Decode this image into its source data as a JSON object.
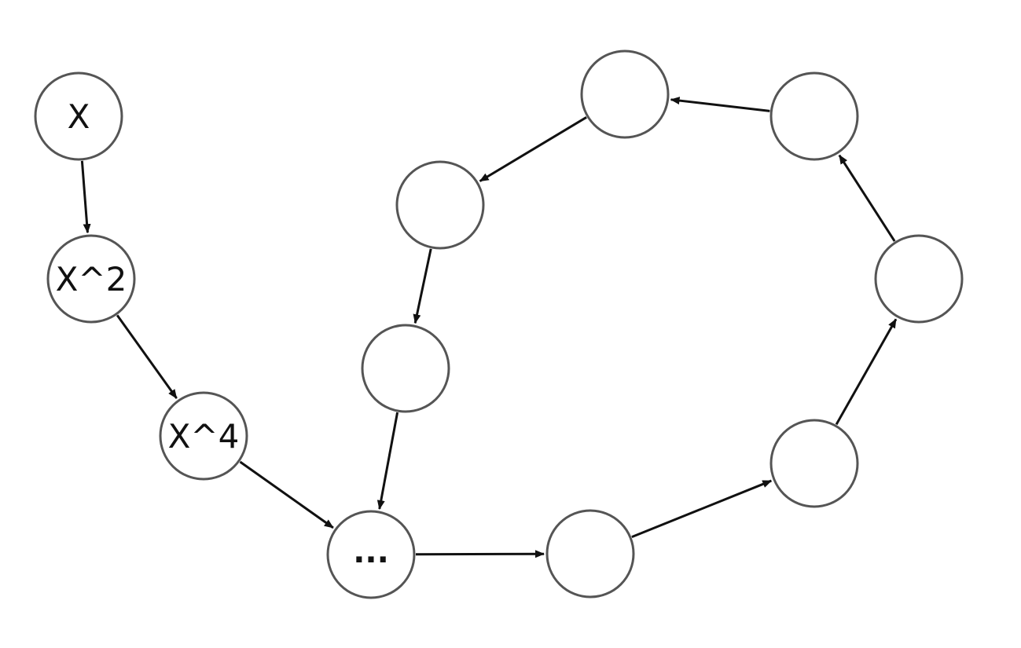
{
  "diagram": {
    "nodes": [
      {
        "id": "n_x",
        "label": "X"
      },
      {
        "id": "n_x2",
        "label": "X^2"
      },
      {
        "id": "n_x4",
        "label": "X^4"
      },
      {
        "id": "n_dots",
        "label": "..."
      },
      {
        "id": "n_c1",
        "label": ""
      },
      {
        "id": "n_c2",
        "label": ""
      },
      {
        "id": "n_c3",
        "label": ""
      },
      {
        "id": "n_c4",
        "label": ""
      },
      {
        "id": "n_c5",
        "label": ""
      },
      {
        "id": "n_c6",
        "label": ""
      },
      {
        "id": "n_c7",
        "label": ""
      },
      {
        "id": "n_c8",
        "label": ""
      }
    ],
    "edges": [
      {
        "from": "n_x",
        "to": "n_x2"
      },
      {
        "from": "n_x2",
        "to": "n_x4"
      },
      {
        "from": "n_x4",
        "to": "n_dots"
      },
      {
        "from": "n_dots",
        "to": "n_c1"
      },
      {
        "from": "n_c1",
        "to": "n_c2"
      },
      {
        "from": "n_c2",
        "to": "n_c3"
      },
      {
        "from": "n_c3",
        "to": "n_c4"
      },
      {
        "from": "n_c4",
        "to": "n_c5"
      },
      {
        "from": "n_c5",
        "to": "n_c6"
      },
      {
        "from": "n_c6",
        "to": "n_c7"
      },
      {
        "from": "n_c7",
        "to": "n_c8"
      },
      {
        "from": "n_c8",
        "to": "n_dots"
      }
    ],
    "colors": {
      "node_stroke": "#555555",
      "edge": "#111111",
      "background": "#ffffff"
    }
  }
}
